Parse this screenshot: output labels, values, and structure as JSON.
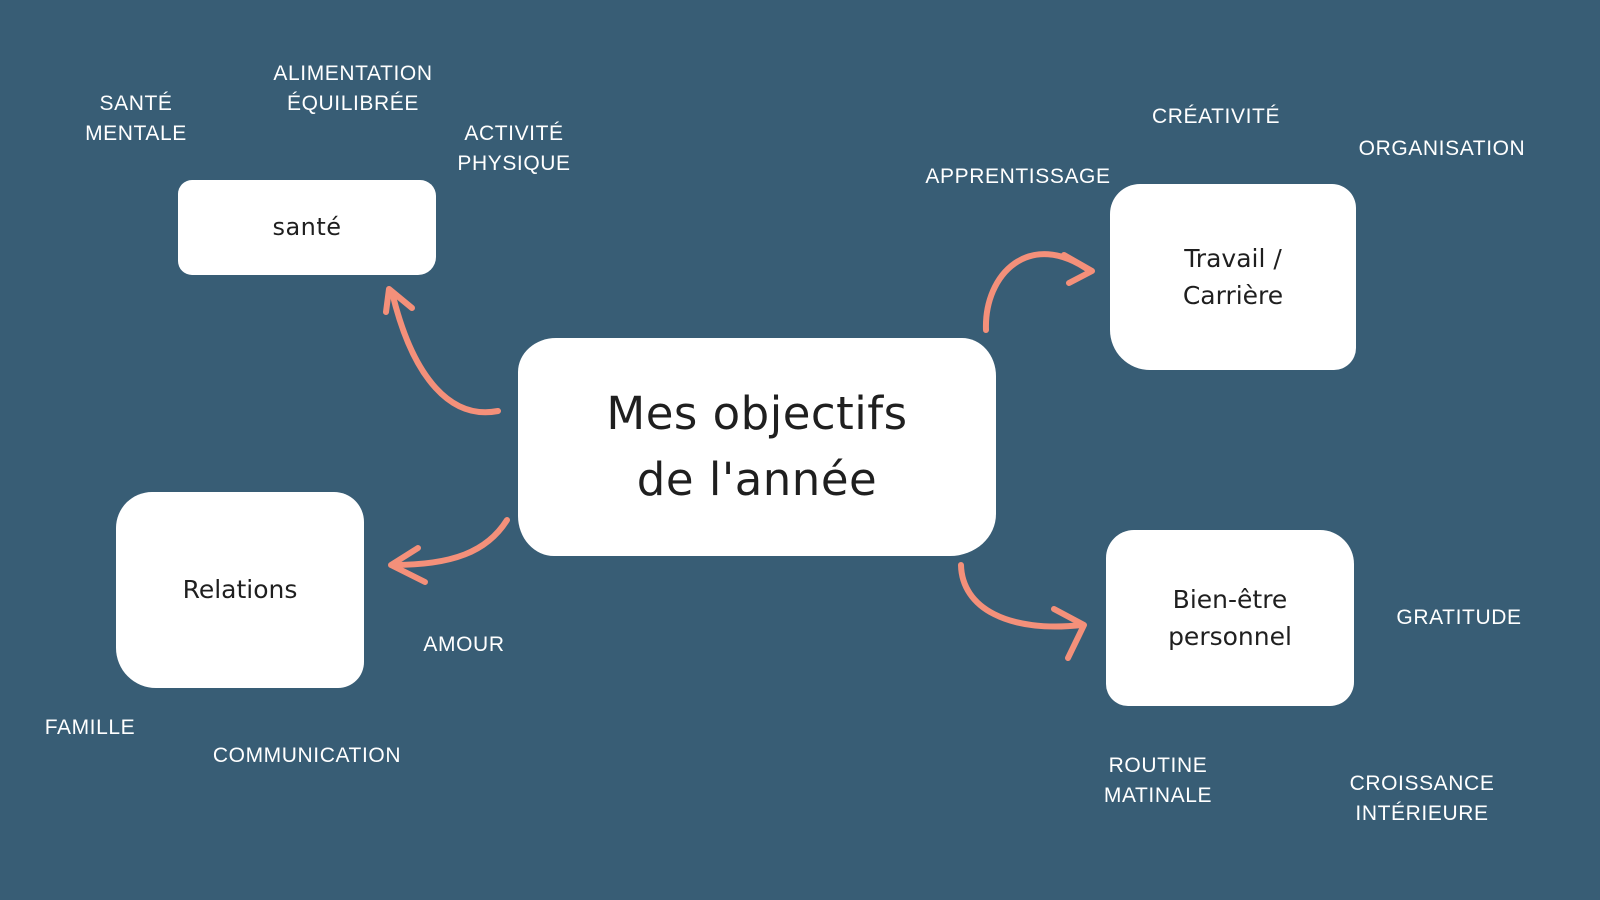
{
  "colors": {
    "background": "#385d75",
    "box_fill": "#ffffff",
    "box_text": "#1f1f1f",
    "keyword_text": "#ffffff",
    "arrow": "#f4907a"
  },
  "center": {
    "label": "Mes objectifs\nde l'année"
  },
  "boxes": {
    "sante": "santé",
    "travail": "Travail /\nCarrière",
    "relations": "Relations",
    "bien_etre": "Bien-être\npersonnel"
  },
  "keywords": {
    "sante_mentale": "SANTÉ\nMENTALE",
    "alimentation": "ALIMENTATION\nÉQUILIBRÉE",
    "activite": "ACTIVITÉ\nPHYSIQUE",
    "creativite": "CRÉATIVITÉ",
    "organisation": "ORGANISATION",
    "apprentissage": "APPRENTISSAGE",
    "amour": "AMOUR",
    "famille": "FAMILLE",
    "communication": "COMMUNICATION",
    "gratitude": "GRATITUDE",
    "routine": "ROUTINE\nMATINALE",
    "croissance": "CROISSANCE\nINTÉRIEURE"
  },
  "arrows": [
    {
      "from": "center",
      "to": "sante"
    },
    {
      "from": "center",
      "to": "travail"
    },
    {
      "from": "center",
      "to": "relations"
    },
    {
      "from": "center",
      "to": "bien_etre"
    }
  ]
}
